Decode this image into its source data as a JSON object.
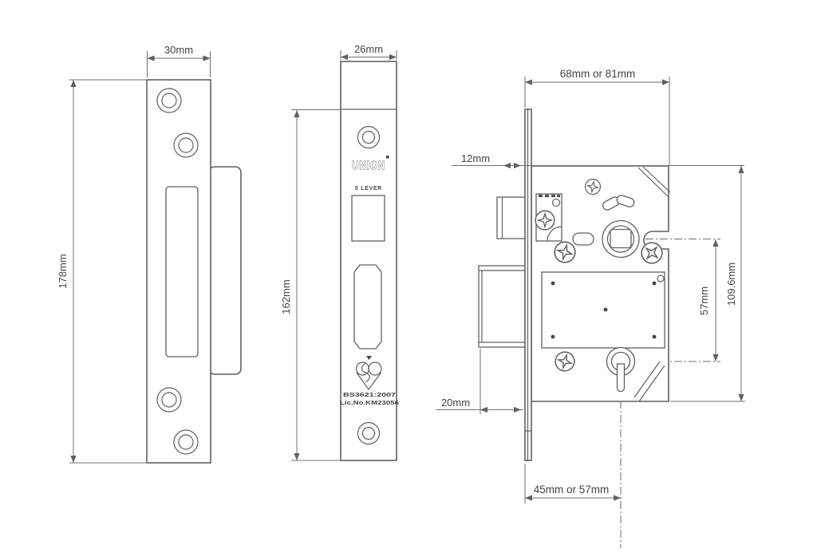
{
  "drawing": {
    "background_color": "#ffffff",
    "line_color": "#5d6164",
    "text_color": "#3f4447"
  },
  "keep_view": {
    "dim_width": "30mm",
    "dim_height": "178mm"
  },
  "forend_view": {
    "dim_width": "26mm",
    "dim_height": "162mm",
    "brand": "UNION",
    "lever_label": "5 LEVER",
    "standard_line1": "BS3621:2007",
    "standard_line2": "Lic.No.KM23056"
  },
  "case_view": {
    "dim_case_width": "68mm or 81mm",
    "dim_latch_projection": "12mm",
    "dim_bolt_projection": "20mm",
    "dim_backset": "45mm or 57mm",
    "dim_follower_to_keyhole": "57mm",
    "dim_case_height": "109.6mm"
  }
}
